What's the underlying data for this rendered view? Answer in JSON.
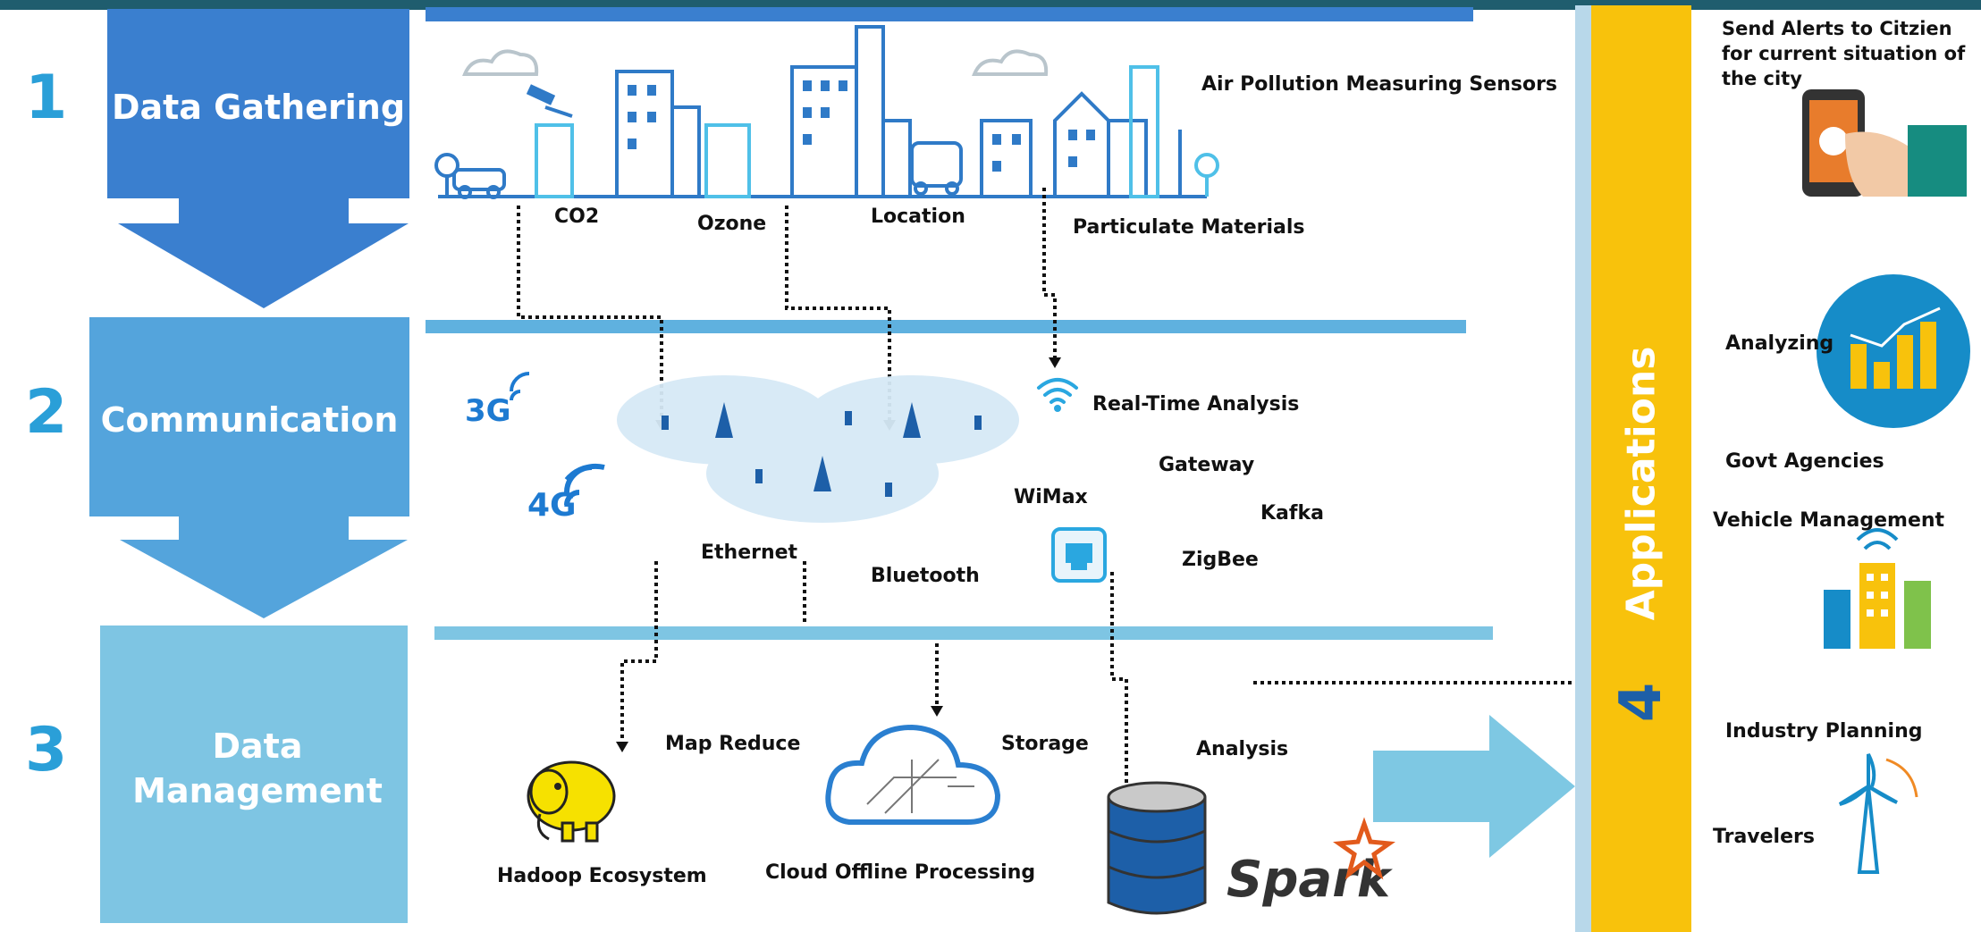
{
  "stages": [
    {
      "number": "1",
      "title": "Data Gathering",
      "color": "#3a7fcf"
    },
    {
      "number": "2",
      "title": "Communication",
      "color": "#54a4dc"
    },
    {
      "number": "3",
      "title": "Data Management",
      "color": "#7ec5e3"
    }
  ],
  "gathering": {
    "sensors_label": "Air Pollution Measuring Sensors",
    "co2": "CO2",
    "ozone": "Ozone",
    "location": "Location",
    "particulate": "Particulate Materials"
  },
  "communication": {
    "g3": "3G",
    "g4": "4G",
    "realtime": "Real-Time Analysis",
    "gateway": "Gateway",
    "wimax": "WiMax",
    "kafka": "Kafka",
    "zigbee": "ZigBee",
    "ethernet": "Ethernet",
    "bluetooth": "Bluetooth"
  },
  "management": {
    "mapreduce": "Map Reduce",
    "storage": "Storage",
    "analysis": "Analysis",
    "hadoop": "Hadoop Ecosystem",
    "cloud": "Cloud Offline Processing",
    "spark": "Spark"
  },
  "applications": {
    "title": "Applications",
    "number": "4",
    "alerts": "Send Alerts to Citzien for current situation of the city",
    "analyzing": "Analyzing",
    "govt": "Govt Agencies",
    "vehicle": "Vehicle Management",
    "industry": "Industry Planning",
    "travelers": "Travelers"
  },
  "colors": {
    "band": "#5fb1df",
    "applications": "#f8c20c",
    "arrow_big": "#7ec8e3",
    "number": "#2a9fd8"
  }
}
